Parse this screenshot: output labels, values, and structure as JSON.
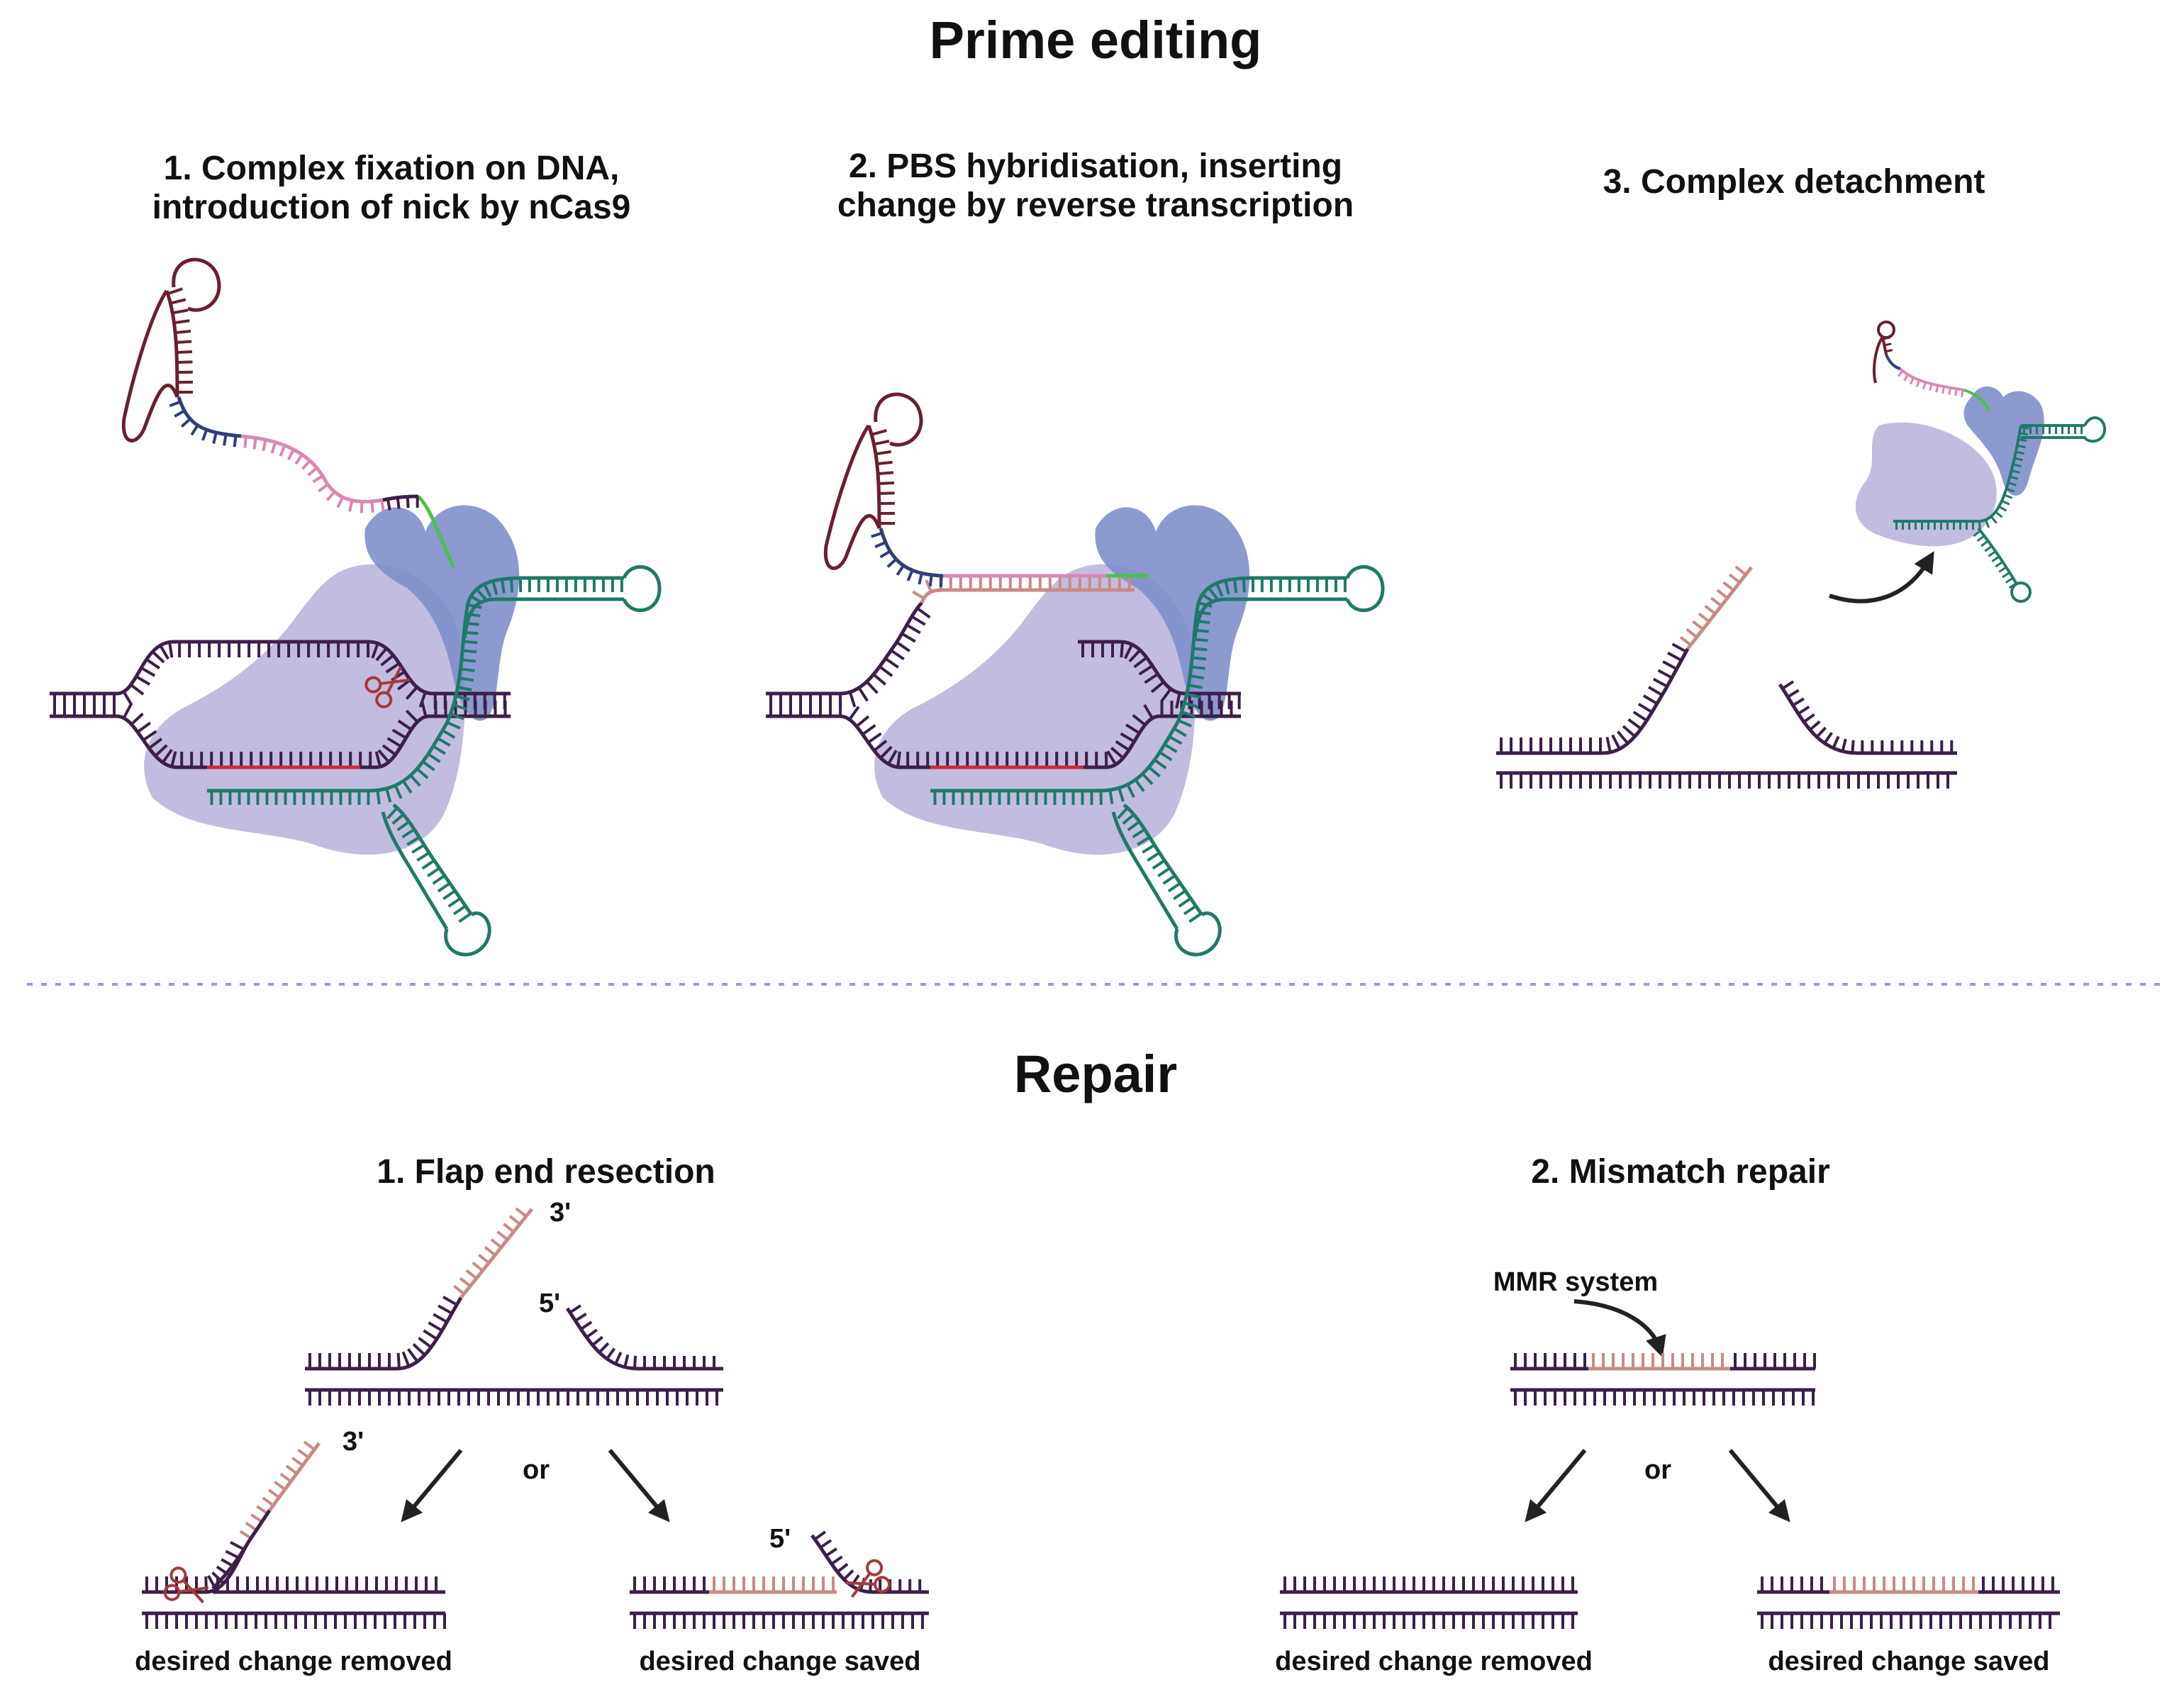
{
  "prime_editing": {
    "title": "Prime editing",
    "steps": [
      {
        "line1": "1. Complex fixation on DNA,",
        "line2": "introduction of nick by nCas9"
      },
      {
        "line1": "2. PBS hybridisation, inserting",
        "line2": "change by reverse transcription"
      },
      {
        "line1": "3. Complex detachment"
      }
    ]
  },
  "repair": {
    "title": "Repair",
    "flap": {
      "title": "1. Flap end resection",
      "end3": "3'",
      "end5": "5'",
      "or": "or",
      "outcome_removed": "desired change removed",
      "outcome_saved": "desired change saved"
    },
    "mismatch": {
      "title": "2. Mismatch repair",
      "mmr": "MMR system",
      "or": "or",
      "outcome_removed": "desired change removed",
      "outcome_saved": "desired change saved"
    }
  },
  "colors": {
    "dna": "#3d1f4a",
    "edit": "#c98a86",
    "scaffold": "#6b1f2f",
    "pbs": "#2e3f7a",
    "rtt": "#d987b4",
    "sgrna": "#1f7a68",
    "spacer": "#4cc24a",
    "target": "#d0283c",
    "cas_body": "#b7b2d8",
    "cas_lobe": "#7f8fcb",
    "divider": "#8fa1cf"
  }
}
